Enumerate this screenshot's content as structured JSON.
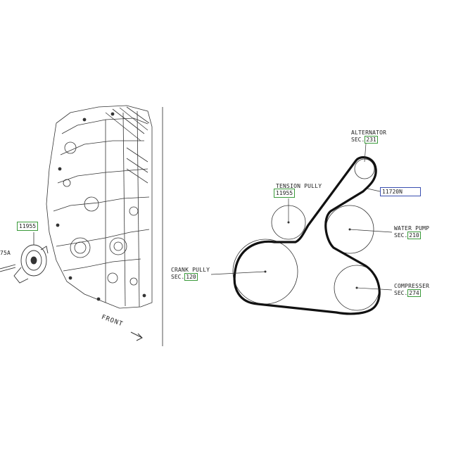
{
  "left_panel": {
    "part_box": "11955",
    "cut_label": "75A",
    "front_label": "FRONT"
  },
  "right_panel": {
    "alternator": {
      "name": "ALTERNATOR",
      "sec_prefix": "SEC.",
      "sec_num": "231"
    },
    "tension_pully": {
      "name": "TENSION PULLY",
      "part": "11955"
    },
    "belt": {
      "part": "11720N"
    },
    "water_pump": {
      "name": "WATER PUMP",
      "sec_prefix": "SEC.",
      "sec_num": "210"
    },
    "crank_pully": {
      "name": "CRANK PULLY",
      "sec_prefix": "SEC.",
      "sec_num": "120"
    },
    "compresser": {
      "name": "COMPRESSER",
      "sec_prefix": "SEC.",
      "sec_num": "274"
    }
  },
  "colors": {
    "box_green": "#3a9a3a",
    "box_blue": "#3a4fb0",
    "line": "#222222"
  }
}
